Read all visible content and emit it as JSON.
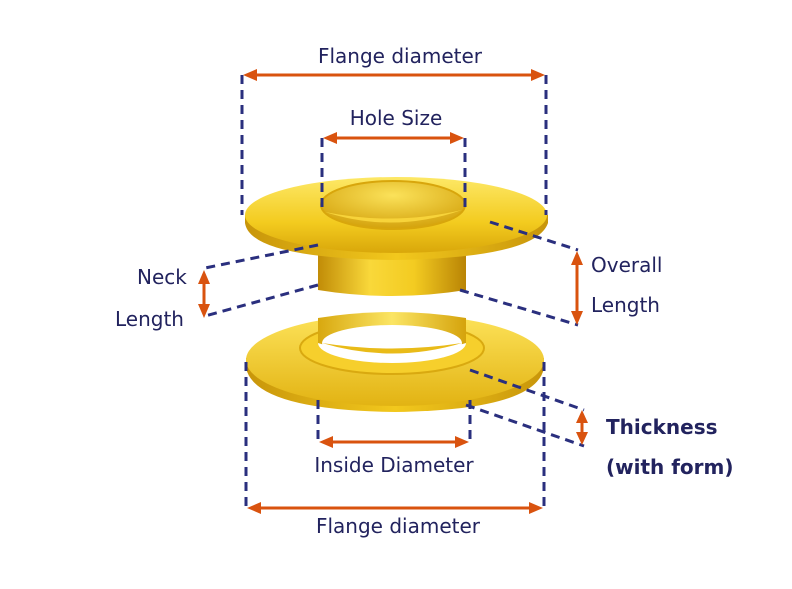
{
  "labels": {
    "flange_top": "Flange diameter",
    "hole_size": "Hole Size",
    "neck": "Neck",
    "length_left": "Length",
    "overall": "Overall",
    "length_right": "Length",
    "thickness": "Thickness",
    "with_form": "(with form)",
    "inside_diameter": "Inside Diameter",
    "flange_bottom": "Flange diameter"
  },
  "colors": {
    "dash": "#2a2f7e",
    "arrow": "#d9530f",
    "text": "#22235e",
    "gold_light": "#fde34a",
    "gold": "#eec21a",
    "gold_dark": "#c99a06"
  }
}
